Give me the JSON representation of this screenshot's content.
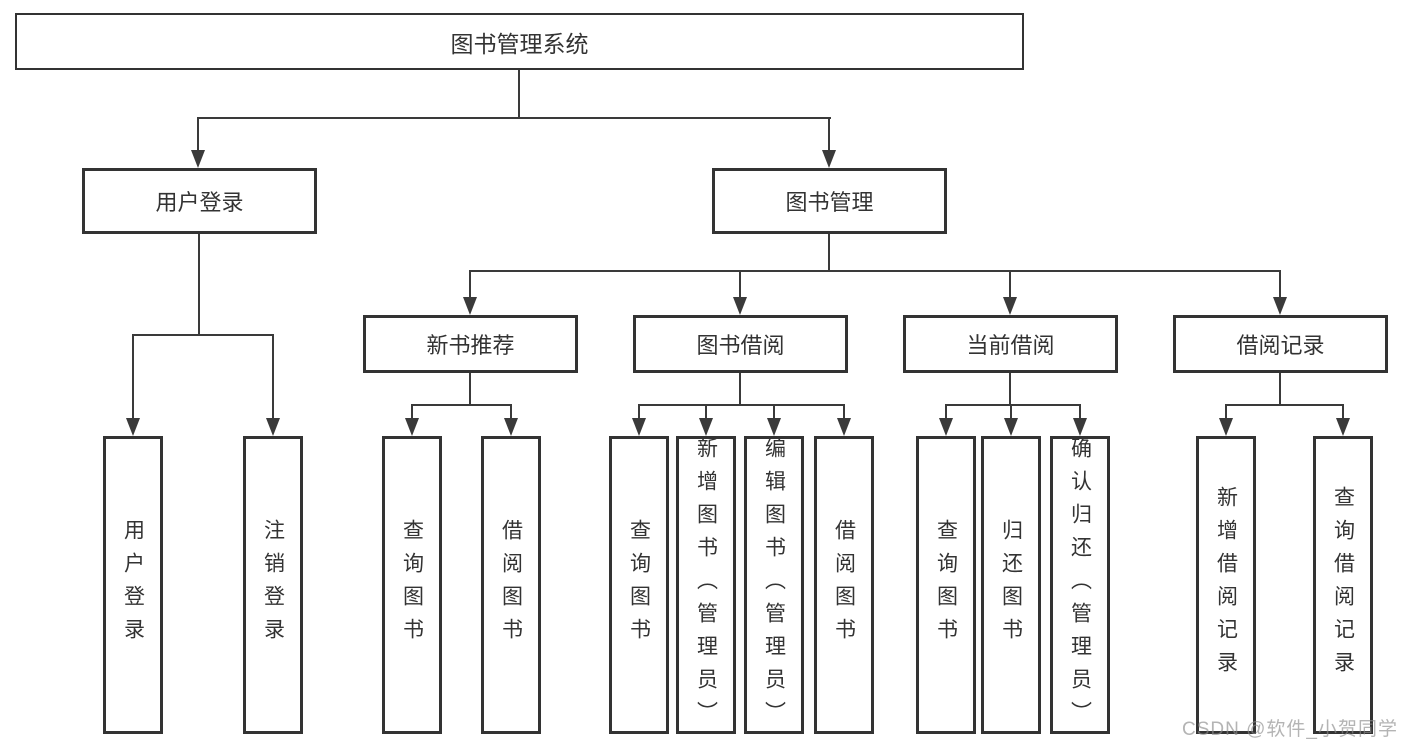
{
  "root": {
    "label": "图书管理系统"
  },
  "branches": [
    {
      "label": "用户登录",
      "children": [
        {
          "label": "用户登录"
        },
        {
          "label": "注销登录"
        }
      ]
    },
    {
      "label": "图书管理",
      "children": [
        {
          "label": "新书推荐",
          "children": [
            {
              "label": "查询图书"
            },
            {
              "label": "借阅图书"
            }
          ]
        },
        {
          "label": "图书借阅",
          "children": [
            {
              "label": "查询图书"
            },
            {
              "label": "新增图书（管理员）"
            },
            {
              "label": "编辑图书（管理员）"
            },
            {
              "label": "借阅图书"
            }
          ]
        },
        {
          "label": "当前借阅",
          "children": [
            {
              "label": "查询图书"
            },
            {
              "label": "归还图书"
            },
            {
              "label": "确认归还（管理员）"
            }
          ]
        },
        {
          "label": "借阅记录",
          "children": [
            {
              "label": "新增借阅记录"
            },
            {
              "label": "查询借阅记录"
            }
          ]
        }
      ]
    }
  ],
  "watermark": {
    "text": "CSDN @软件_小贺同学"
  },
  "colors": {
    "line": "#3a3a3a",
    "border": "#333333",
    "text": "#333333",
    "background": "#ffffff",
    "watermark": "#8c8c8c"
  }
}
